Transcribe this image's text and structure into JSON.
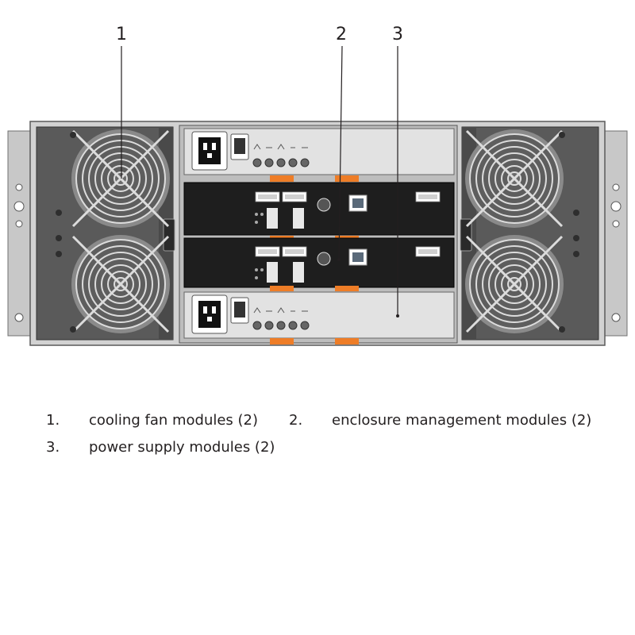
{
  "callouts": [
    {
      "number": "1"
    },
    {
      "number": "2"
    },
    {
      "number": "3"
    }
  ],
  "legend": [
    {
      "number": "1.",
      "label": "cooling fan modules (2)"
    },
    {
      "number": "2.",
      "label": "enclosure management modules (2)"
    },
    {
      "number": "3.",
      "label": "power supply modules (2)"
    }
  ],
  "colors": {
    "chassis": "#c8c8c8",
    "fan_bay": "#5a5a5a",
    "emm": "#1e1e1e",
    "psu": "#e2e2e2",
    "latch": "#ee7d27",
    "text": "#231f20"
  },
  "icons": [
    "fan-grille-icon",
    "power-inlet-icon",
    "power-switch-icon",
    "status-led-icon",
    "rj45-port-icon",
    "sas-port-icon",
    "serial-port-icon",
    "orange-latch-icon"
  ]
}
